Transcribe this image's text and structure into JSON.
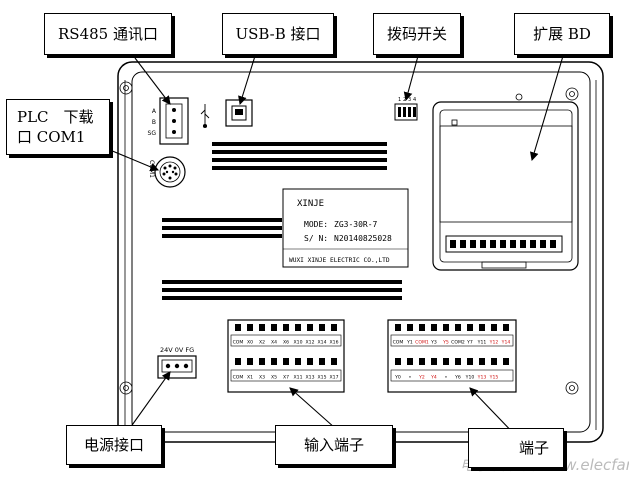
{
  "callouts": {
    "rs485": "RS485 通讯口",
    "usb": "USB-B 接口",
    "dip": "拨码开关",
    "expansion": "扩展 BD",
    "plc_line1": "PLC　下载",
    "plc_line2": "口 COM1",
    "power": "电源接口",
    "input": "输入端子",
    "output": "端子"
  },
  "rs485_pins": [
    "A",
    "B",
    "SG"
  ],
  "com_label": "COM1",
  "dip_numbers": [
    "1",
    "2",
    "3",
    "4"
  ],
  "power_label": "24V 0V FG",
  "nameplate": {
    "brand": "XINJE",
    "mode_label": "MODE:",
    "mode_value": "ZG3-30R-7",
    "sn_label": "S/ N:",
    "sn_value": "N20140825028",
    "maker": "WUXI XINJE ELECTRIC CO.,LTD"
  },
  "input_top_labels": [
    "COM",
    "X0",
    "X2",
    "X4",
    "X6",
    "X10",
    "X12",
    "X14",
    "X16"
  ],
  "input_bottom_labels": [
    "COM",
    "X1",
    "X3",
    "X5",
    "X7",
    "X11",
    "X13",
    "X15",
    "X17"
  ],
  "output_top_labels": [
    "COM",
    "Y1",
    "COM1",
    "Y3",
    "Y5",
    "COM2",
    "Y7",
    "Y11",
    "Y12",
    "Y14"
  ],
  "output_bottom_labels": [
    "Y0",
    "•",
    "Y2",
    "Y4",
    "•",
    "Y6",
    "Y10",
    "Y13",
    "Y15"
  ],
  "output_top_red": [
    false,
    false,
    true,
    false,
    true,
    false,
    false,
    false,
    true,
    true
  ],
  "output_bottom_red": [
    false,
    false,
    true,
    true,
    false,
    false,
    false,
    true,
    true
  ],
  "watermark": "电子发烧友 www.elecfans.com"
}
